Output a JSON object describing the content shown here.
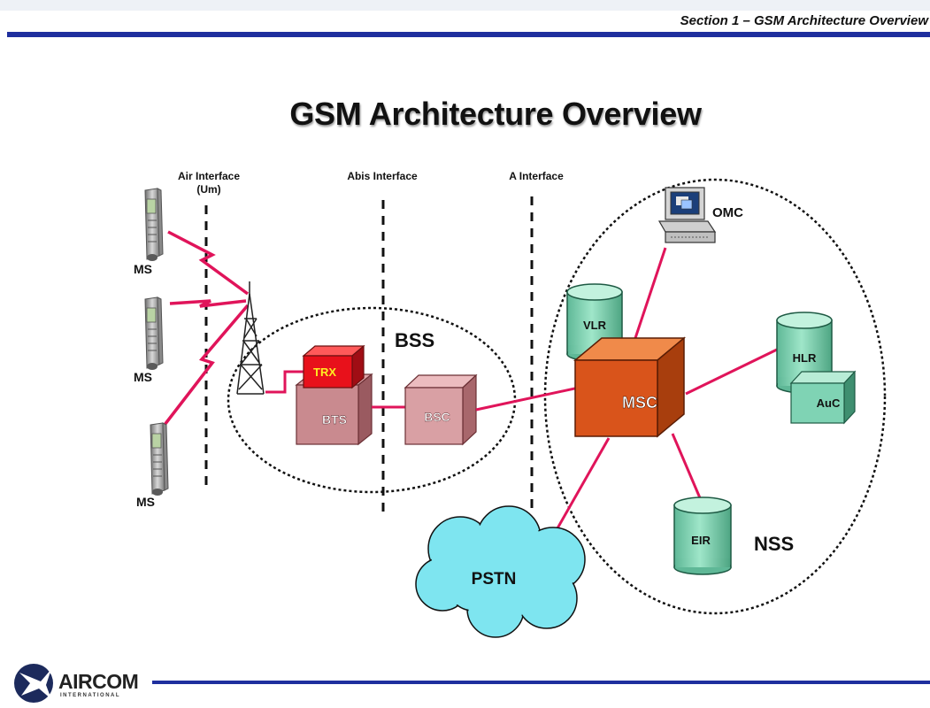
{
  "header": {
    "section_title": "Section 1 – GSM Architecture Overview"
  },
  "diagram": {
    "title": "GSM Architecture Overview",
    "interfaces": {
      "air_line1": "Air Interface",
      "air_line2": "(Um)",
      "abis": "Abis Interface",
      "a": "A Interface"
    },
    "mobile_stations": [
      "MS",
      "MS",
      "MS"
    ],
    "groups": {
      "bss": "BSS",
      "nss": "NSS"
    },
    "nodes": {
      "trx": "TRX",
      "bts": "BTS",
      "bsc": "BSC",
      "msc": "MSC",
      "vlr": "VLR",
      "hlr": "HLR",
      "auc": "AuC",
      "eir": "EIR",
      "omc": "OMC",
      "pstn": "PSTN"
    }
  },
  "footer": {
    "logo_name": "AIRCOM",
    "logo_sub": "INTERNATIONAL"
  },
  "colors": {
    "rule_blue": "#1f2f9e",
    "link_red": "#e0145a",
    "bts_fill": "#c98a8f",
    "trx_fill": "#e8111b",
    "trx_text": "#ffee22",
    "msc_fill": "#d9541b",
    "db_fill": "#7fd3b4",
    "cloud_fill": "#7ee5f0"
  }
}
